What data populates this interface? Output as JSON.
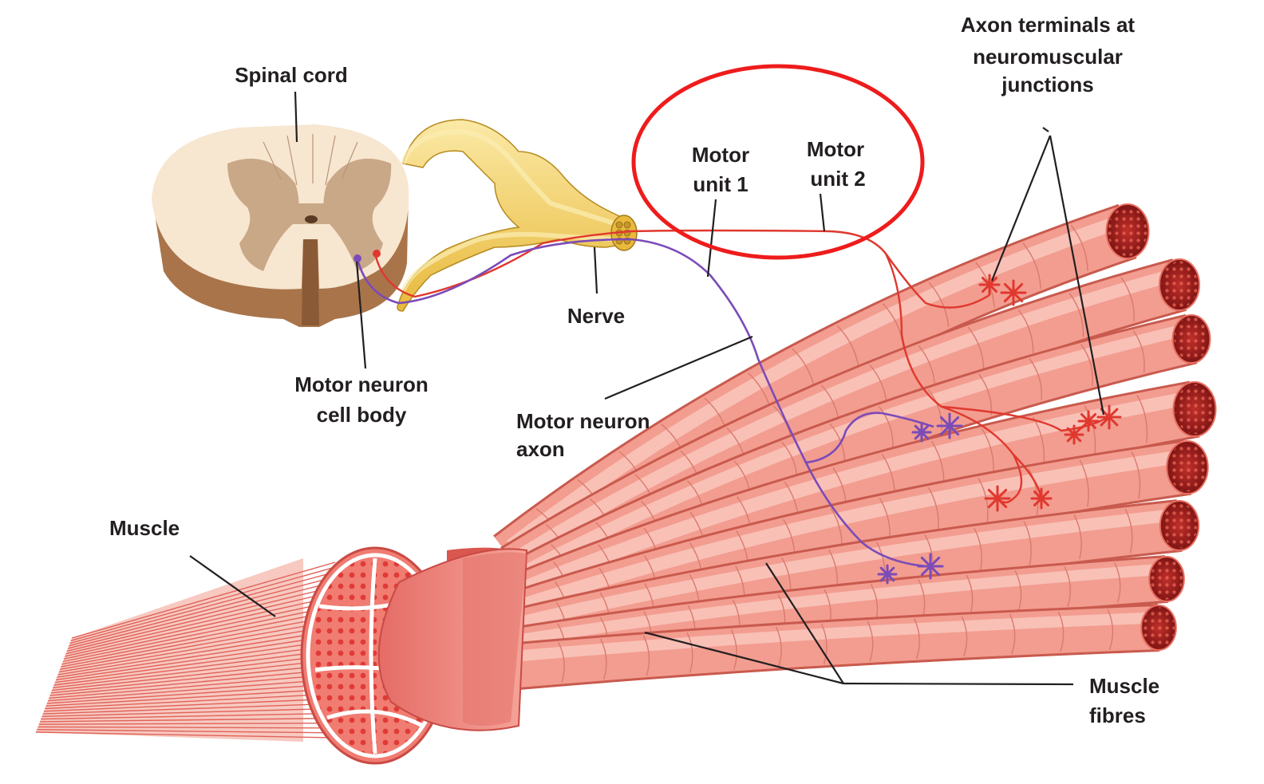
{
  "labels": {
    "spinal_cord": "Spinal cord",
    "nerve": "Nerve",
    "cell_body_line1": "Motor neuron",
    "cell_body_line2": "cell body",
    "axon_line1": "Motor neuron",
    "axon_line2": "axon",
    "unit1_line1": "Motor",
    "unit1_line2": "unit 1",
    "unit2_line1": "Motor",
    "unit2_line2": "unit 2",
    "terminals_line1": "Axon terminals at",
    "terminals_line2": "neuromuscular",
    "terminals_line3": "junctions",
    "muscle": "Muscle",
    "fibres_line1": "Muscle",
    "fibres_line2": "fibres"
  },
  "colors": {
    "motor_unit_1": "#7b4bb8",
    "motor_unit_2": "#e0382e",
    "highlight_circle": "#ee1c1c",
    "muscle": "#f2a096",
    "nerve": "#f5d66e",
    "spinal_gray": "#c9a888",
    "spinal_white": "#f7e6d0"
  },
  "annotation": {
    "highlight": "red ellipse around the Motor unit 1 and Motor unit 2 labels"
  }
}
